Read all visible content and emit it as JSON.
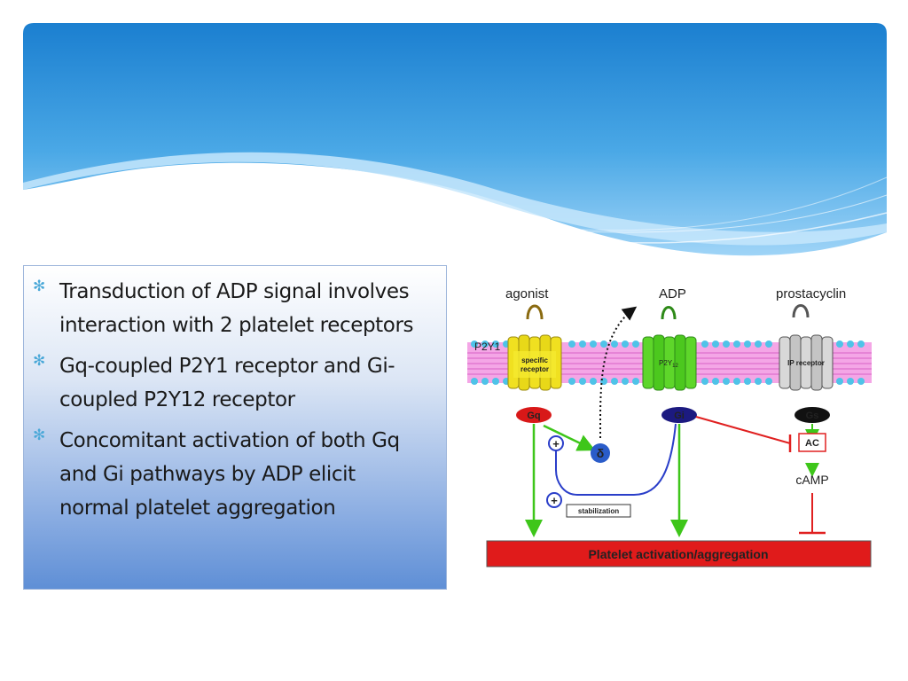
{
  "colors": {
    "header_blue_dark": "#1b7fd0",
    "header_blue_light": "#9fd4f7",
    "bullet_accent": "#4aa8d8",
    "pathway_green": "#3ec61a",
    "inhibition_red": "#e02020",
    "stabilization_blue": "#2a3ec9",
    "activation_bar_red": "#e01b1b"
  },
  "bullets": [
    {
      "text": "Transduction of ADP signal involves interaction with 2 platelet receptors",
      "icon": "asterisk-bullet-icon"
    },
    {
      "text": "Gq-coupled P2Y1 receptor and Gi-coupled P2Y12 receptor",
      "icon": "asterisk-bullet-icon"
    },
    {
      "text": "Concomitant activation of both Gq and Gi pathways by ADP elicit normal platelet aggregation",
      "icon": "asterisk-bullet-icon"
    }
  ],
  "diagram": {
    "agonist": "agonist",
    "adp": "ADP",
    "prostacyclin": "prostacyclin",
    "p2y1": "P2Y1",
    "specific_receptor_line1": "specific",
    "specific_receptor_line2": "receptor",
    "p2y12_base": "P2Y",
    "p2y12_sub": "12",
    "ip_receptor": "IP receptor",
    "gq": "Gq",
    "gi": "Gi",
    "gs": "Gs",
    "delta": "δ",
    "plus": "+",
    "stabilization": "stabilization",
    "ac": "AC",
    "camp": "cAMP",
    "activation_bar": "Platelet activation/aggregation"
  }
}
